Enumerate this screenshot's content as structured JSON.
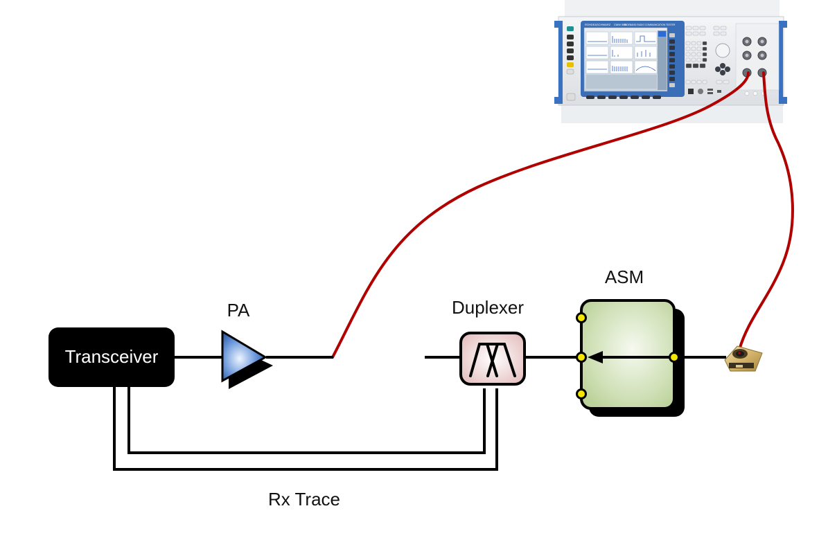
{
  "diagram": {
    "title": "RF front-end test setup",
    "labels": {
      "transceiver": "Transceiver",
      "pa": "PA",
      "duplexer": "Duplexer",
      "asm": "ASM",
      "rx_trace": "Rx Trace"
    },
    "instrument": {
      "brand": "ROHDE&SCHWARZ",
      "model": "CMW 500",
      "subtitle": "WIDEBAND RADIO COMMUNICATION TESTER"
    },
    "colors": {
      "cable": "#b00000",
      "wire": "#000000",
      "transceiver_fill": "#000000",
      "pa_fill": "#4a7fc8",
      "duplexer_fill": "#f0d4d4",
      "asm_fill": "#c8dcae",
      "port_dot": "#f5e600",
      "instrument_frame": "#3a6fb8"
    },
    "components": [
      {
        "id": "transceiver",
        "type": "block"
      },
      {
        "id": "pa",
        "type": "amplifier"
      },
      {
        "id": "duplexer",
        "type": "filter"
      },
      {
        "id": "asm",
        "type": "switch",
        "ports": 4
      },
      {
        "id": "rf-connector",
        "type": "connector"
      },
      {
        "id": "cmw500",
        "type": "instrument"
      }
    ],
    "connections": [
      {
        "from": "transceiver",
        "to": "pa",
        "kind": "wire"
      },
      {
        "from": "pa",
        "to": "cmw500",
        "kind": "cable"
      },
      {
        "from": "duplexer",
        "to": "asm",
        "kind": "wire"
      },
      {
        "from": "asm",
        "to": "rf-connector",
        "kind": "wire"
      },
      {
        "from": "rf-connector",
        "to": "cmw500",
        "kind": "cable"
      },
      {
        "from": "duplexer",
        "to": "transceiver",
        "kind": "rx-trace"
      }
    ]
  }
}
